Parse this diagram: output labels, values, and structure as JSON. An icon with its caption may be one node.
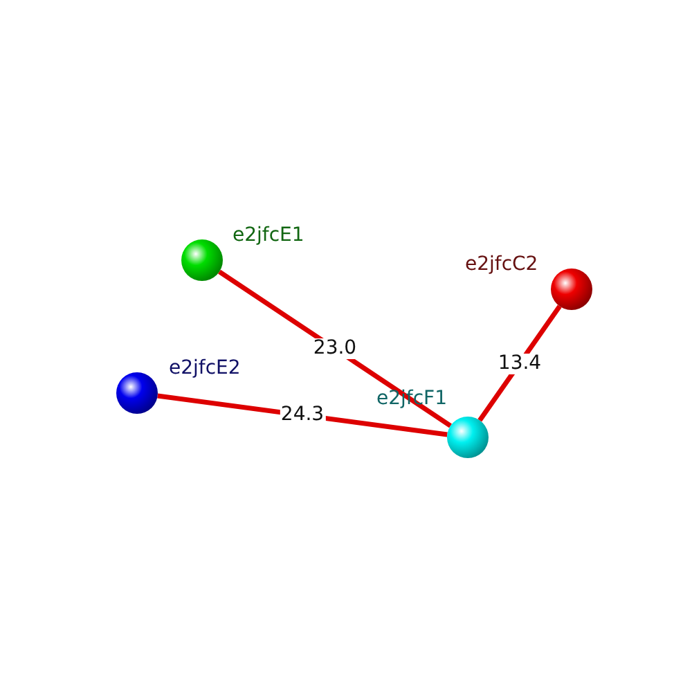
{
  "diagram": {
    "nodes": [
      {
        "text": [],
        "shape": "circle",
        "beside": [
          "e2jfcE1"
        ]
      },
      {
        "text": [],
        "shape": "circle",
        "beside": [
          "e2jfcC2"
        ]
      },
      {
        "text": [],
        "shape": "circle",
        "beside": [
          "e2jfcE2"
        ]
      },
      {
        "text": [],
        "shape": "circle",
        "beside": [
          "e2jfcF1"
        ]
      }
    ],
    "edges": [
      {
        "from": 0,
        "to": 3,
        "arrow": "none",
        "label": "23.0"
      },
      {
        "from": 3,
        "to": 1,
        "arrow": "none",
        "label": "13.4"
      },
      {
        "from": 2,
        "to": 3,
        "arrow": "none",
        "label": "24.3"
      }
    ]
  }
}
